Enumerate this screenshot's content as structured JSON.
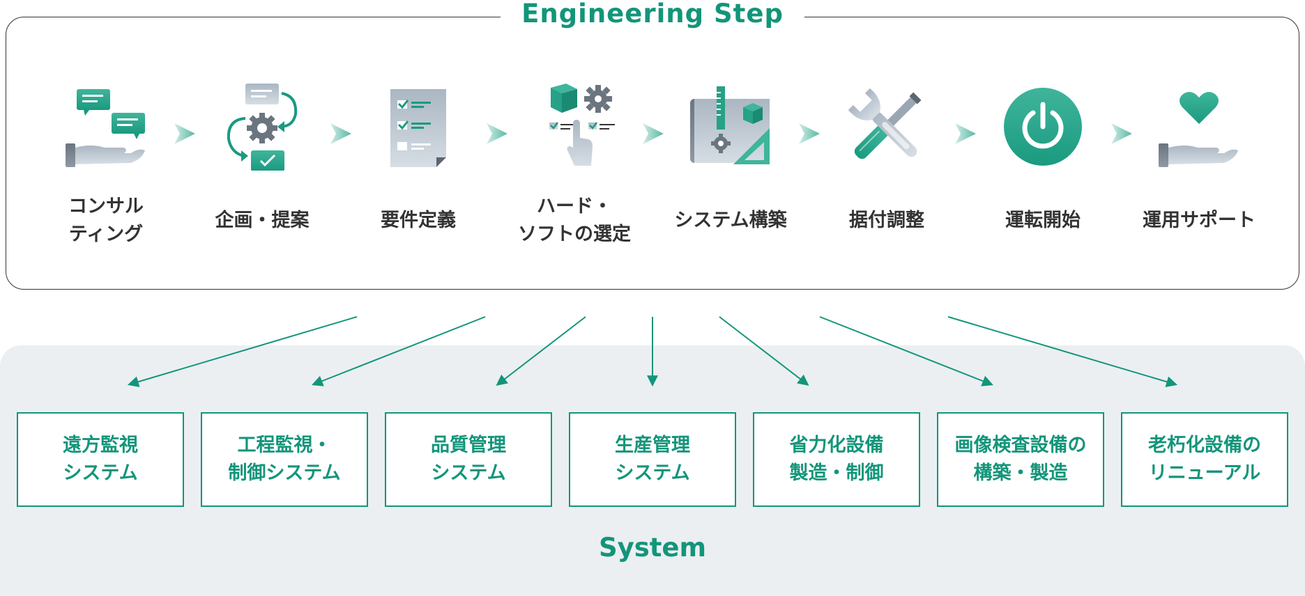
{
  "header": {
    "title": "Engineering Step"
  },
  "steps": [
    {
      "label": "コンサル\nティング",
      "icon": "consulting-icon"
    },
    {
      "label": "企画・提案",
      "icon": "planning-cycle-icon"
    },
    {
      "label": "要件定義",
      "icon": "checklist-icon"
    },
    {
      "label": "ハード・\nソフトの選定",
      "icon": "selection-icon"
    },
    {
      "label": "システム構築",
      "icon": "blueprint-icon"
    },
    {
      "label": "据付調整",
      "icon": "tools-icon"
    },
    {
      "label": "運転開始",
      "icon": "power-icon"
    },
    {
      "label": "運用サポート",
      "icon": "support-heart-icon"
    }
  ],
  "systems": [
    {
      "label": "遠方監視\nシステム"
    },
    {
      "label": "工程監視・\n制御システム"
    },
    {
      "label": "品質管理\nシステム"
    },
    {
      "label": "生産管理\nシステム"
    },
    {
      "label": "省力化設備\n製造・制御"
    },
    {
      "label": "画像検査設備の\n構築・製造"
    },
    {
      "label": "老朽化設備の\nリニューアル"
    }
  ],
  "footer": {
    "title": "System"
  },
  "colors": {
    "accent": "#13957a",
    "panel": "#ebeff2",
    "text": "#333333"
  }
}
